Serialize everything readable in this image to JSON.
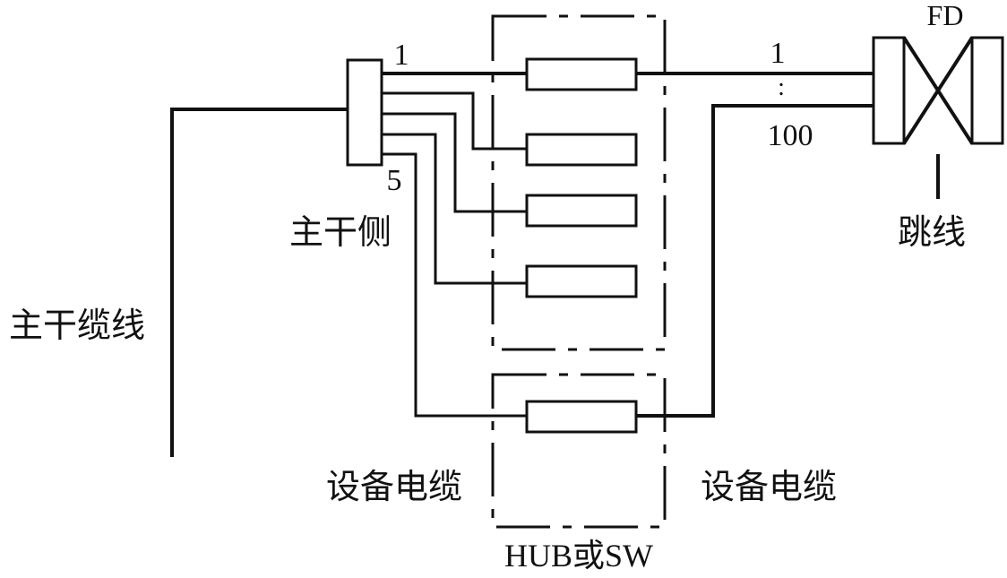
{
  "labels": {
    "fd": "FD",
    "jumper": "跳线",
    "trunk_side": "主干侧",
    "trunk_cable": "主干缆线",
    "equipment_cable_left": "设备电缆",
    "equipment_cable_right": "设备电缆",
    "hub_or_switch": "HUB或SW",
    "port_1_left": "1",
    "port_5": "5",
    "port_1_right": "1",
    "port_dots": ":",
    "port_100": "100"
  },
  "colors": {
    "line": "#111111",
    "background": "#ffffff"
  }
}
